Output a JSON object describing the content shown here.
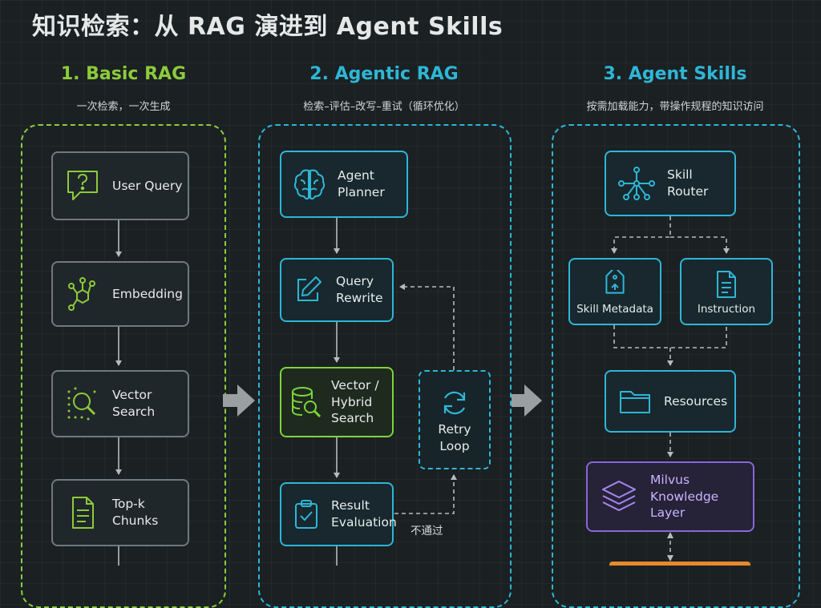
{
  "title": "知识检索：从 RAG 演进到 Agent Skills",
  "columns": [
    {
      "heading": "1. Basic RAG",
      "subtitle": "一次检索，一次生成",
      "color": "#8ccb3a",
      "nodes": [
        {
          "label": "User Query",
          "icon": "question-chat-icon"
        },
        {
          "label": "Embedding",
          "icon": "molecule-icon"
        },
        {
          "label": "Vector\nSearch",
          "icon": "magnifier-dots-icon"
        },
        {
          "label": "Top-k\nChunks",
          "icon": "document-icon"
        }
      ]
    },
    {
      "heading": "2. Agentic RAG",
      "subtitle": "检索–评估–改写–重试（循环优化）",
      "color": "#2eb6d6",
      "nodes": [
        {
          "label": "Agent\nPlanner",
          "icon": "brain-icon"
        },
        {
          "label": "Query\nRewrite",
          "icon": "edit-icon"
        },
        {
          "label": "Vector /\nHybrid\nSearch",
          "icon": "database-search-icon"
        },
        {
          "label": "Result\nEvaluation",
          "icon": "clipboard-check-icon"
        },
        {
          "label": "Retry\nLoop",
          "icon": "refresh-icon"
        }
      ],
      "fail_label": "不通过"
    },
    {
      "heading": "3. Agent Skills",
      "subtitle": "按需加载能力，带操作规程的知识访问",
      "color": "#2eb6d6",
      "nodes": [
        {
          "label": "Skill\nRouter",
          "icon": "network-icon"
        },
        {
          "label": "Skill Metadata",
          "icon": "tag-icon"
        },
        {
          "label": "Instruction",
          "icon": "file-text-icon"
        },
        {
          "label": "Resources",
          "icon": "folder-icon"
        },
        {
          "label": "Milvus\nKnowledge\nLayer",
          "icon": "layers-icon"
        }
      ]
    }
  ],
  "colors": {
    "background": "#1b2023",
    "green": "#8ccb3a",
    "cyan": "#2eb6d6",
    "purple": "#8a66d8",
    "orange": "#e8892c",
    "grey": "#6e7a7d"
  }
}
